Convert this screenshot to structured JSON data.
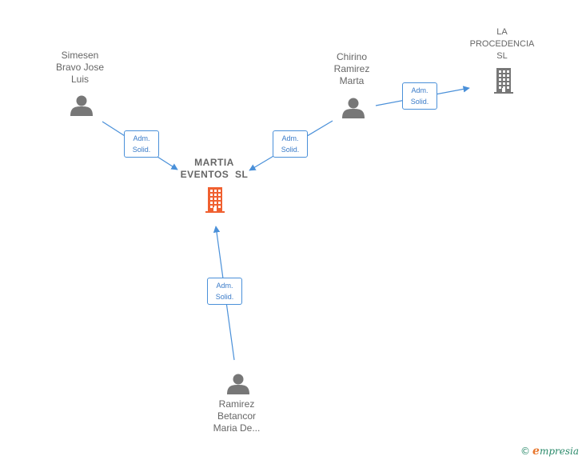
{
  "nodes": {
    "simesen": {
      "name_lines": [
        "Simesen",
        "Bravo Jose",
        "Luis"
      ],
      "type": "person"
    },
    "chirino": {
      "name_lines": [
        "Chirino",
        "Ramirez",
        "Marta"
      ],
      "type": "person"
    },
    "martia": {
      "name_lines": [
        "MARTIA",
        "EVENTOS  SL"
      ],
      "type": "company-main"
    },
    "procedencia": {
      "name_lines": [
        "LA",
        "PROCEDENCIA",
        "SL"
      ],
      "type": "company"
    },
    "ramirez": {
      "name_lines": [
        "Ramirez",
        "Betancor",
        "Maria De..."
      ],
      "type": "person"
    }
  },
  "edges": [
    {
      "from": "simesen",
      "to": "martia",
      "label_lines": [
        "Adm.",
        "Solid."
      ]
    },
    {
      "from": "chirino",
      "to": "martia",
      "label_lines": [
        "Adm.",
        "Solid."
      ]
    },
    {
      "from": "chirino",
      "to": "procedencia",
      "label_lines": [
        "Adm.",
        "Solid."
      ]
    },
    {
      "from": "ramirez",
      "to": "martia",
      "label_lines": [
        "Adm.",
        "Solid."
      ]
    }
  ],
  "colors": {
    "edge": "#4a90d9",
    "person_icon": "#777777",
    "company_icon": "#777777",
    "main_company_icon": "#f06030"
  },
  "icons": {
    "person": "person-icon",
    "company": "building-icon",
    "brand": "empresia-logo"
  },
  "brand": {
    "copyright": "©",
    "initial": "e",
    "rest": "mpresia"
  }
}
